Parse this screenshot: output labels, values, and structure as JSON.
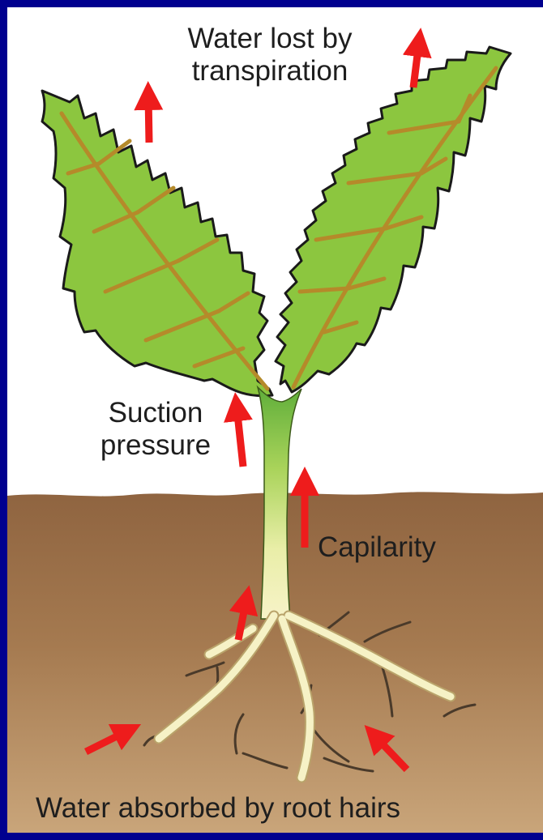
{
  "labels": {
    "transpiration_line1": "Water lost by",
    "transpiration_line2": "transpiration",
    "suction_line1": "Suction",
    "suction_line2": "pressure",
    "capilarity": "Capilarity",
    "root_hairs": "Water absorbed by root hairs"
  },
  "colors": {
    "frame": "#00008f",
    "sky": "#ffffff",
    "soil_top": "#9c7048",
    "soil_bottom": "#c19a70",
    "leaf": "#8cc63f",
    "leaf_outline": "#1a1a1a",
    "vein": "#b58a2a",
    "stem_top": "#6fb43c",
    "stem_bottom": "#f4f1b8",
    "root": "#f6f2c6",
    "root_hair": "#4a3a2a",
    "arrow": "#ee1c1c"
  }
}
